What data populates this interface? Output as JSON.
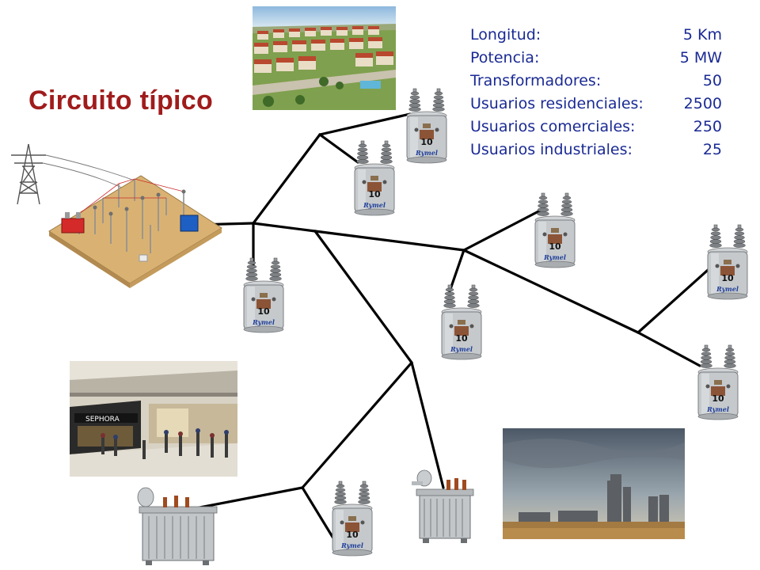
{
  "title": "Circuito típico",
  "stats": [
    {
      "label": "Longitud:",
      "value": "5 Km"
    },
    {
      "label": "Potencia:",
      "value": "5 MW"
    },
    {
      "label": "Transformadores:",
      "value": "50"
    },
    {
      "label": "Usuarios residenciales:",
      "value": "2500"
    },
    {
      "label": "Usuarios comerciales:",
      "value": "250"
    },
    {
      "label": "Usuarios industriales:",
      "value": "25"
    }
  ],
  "transformer_labels": {
    "rating": "10",
    "brand": "Rymel"
  },
  "shop_sign": "SEPHORA",
  "colors": {
    "title": "#a01c1c",
    "stats": "#1a2a94",
    "lines": "#000000"
  }
}
